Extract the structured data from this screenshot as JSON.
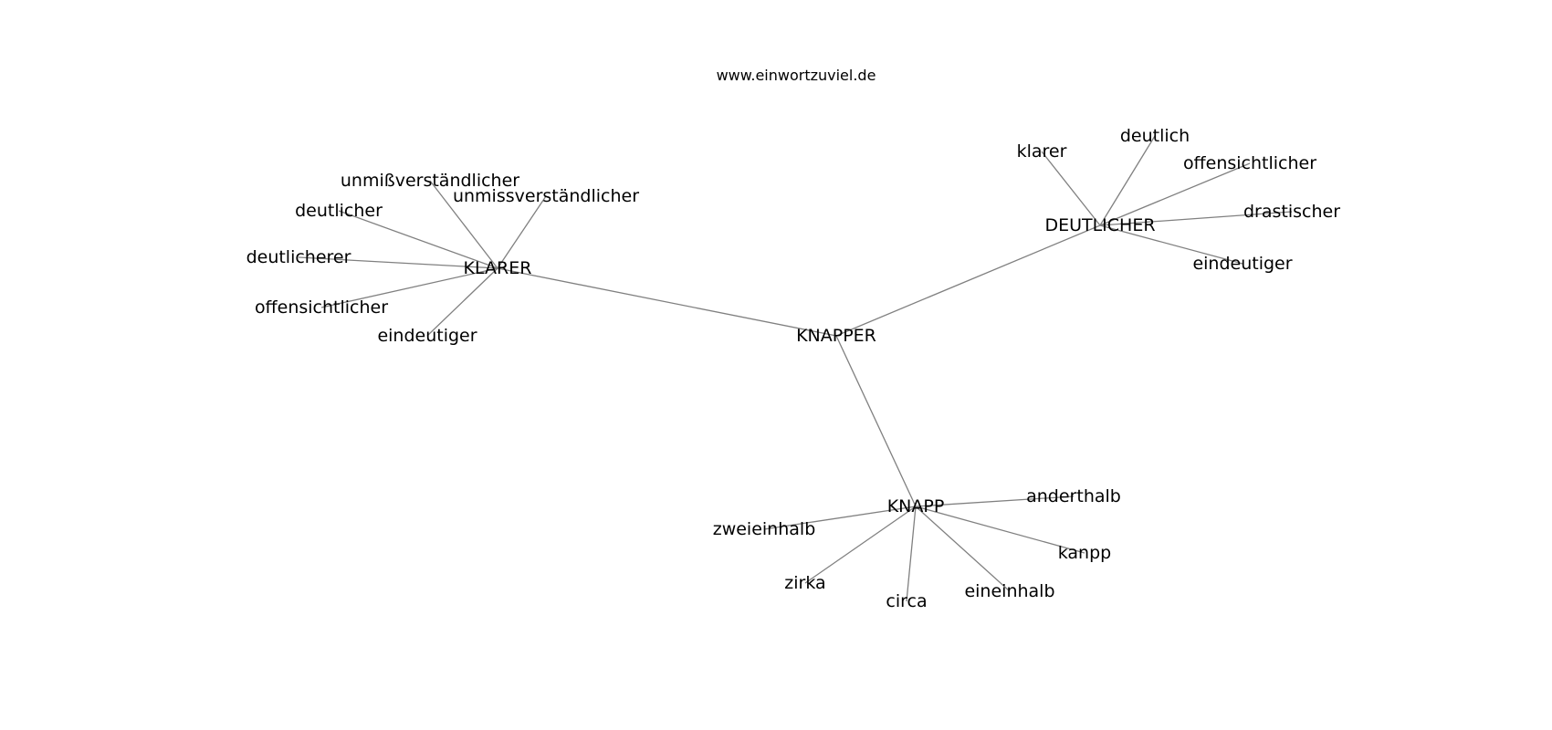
{
  "site": "www.einwortzuviel.de",
  "root": "KNAPPER",
  "clusters": [
    {
      "hub": "KLARER",
      "leaves": [
        "unmißverständlicher",
        "unmissverständlicher",
        "deutlicher",
        "deutlicherer",
        "offensichtlicher",
        "eindeutiger"
      ]
    },
    {
      "hub": "DEUTLICHER",
      "leaves": [
        "klarer",
        "deutlich",
        "offensichtlicher",
        "drastischer",
        "eindeutiger"
      ]
    },
    {
      "hub": "KNAPP",
      "leaves": [
        "anderthalb",
        "zweieinhalb",
        "kanpp",
        "zirka",
        "circa",
        "eineinhalb"
      ]
    }
  ],
  "colors": {
    "edge": "#808080",
    "text": "#000000",
    "background": "#ffffff"
  }
}
